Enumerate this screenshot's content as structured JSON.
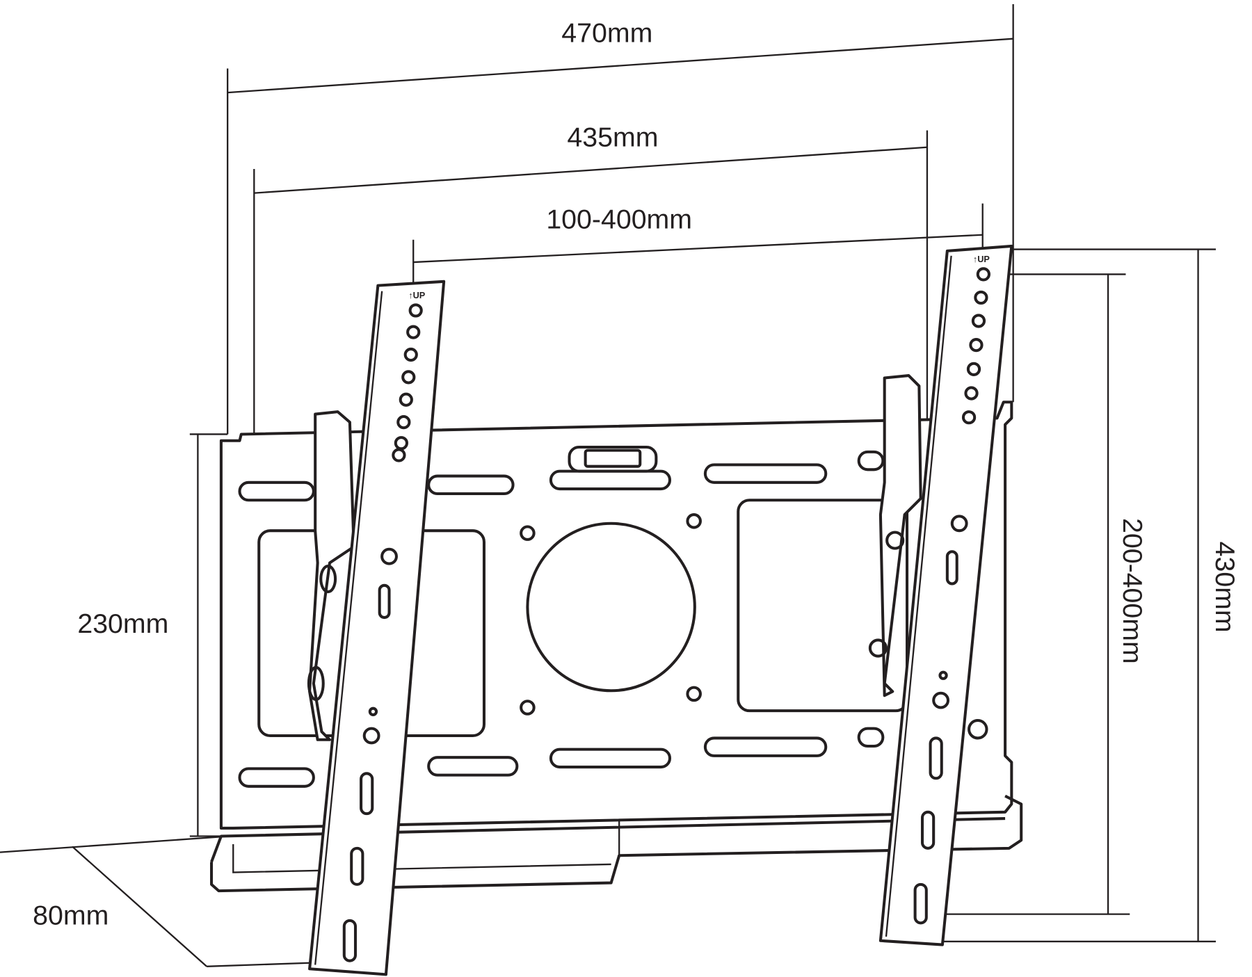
{
  "diagram": {
    "title": "Tilting TV wall mount dimensions",
    "colors": {
      "line": "#231f20",
      "background": "#ffffff"
    },
    "dimensions": {
      "overall_width": "470mm",
      "plate_width": "435mm",
      "vesa_horizontal": "100-400mm",
      "plate_height": "230mm",
      "depth": "80mm",
      "vesa_vertical": "200-400mm",
      "overall_height": "430mm"
    },
    "arm_label": "↑UP"
  }
}
